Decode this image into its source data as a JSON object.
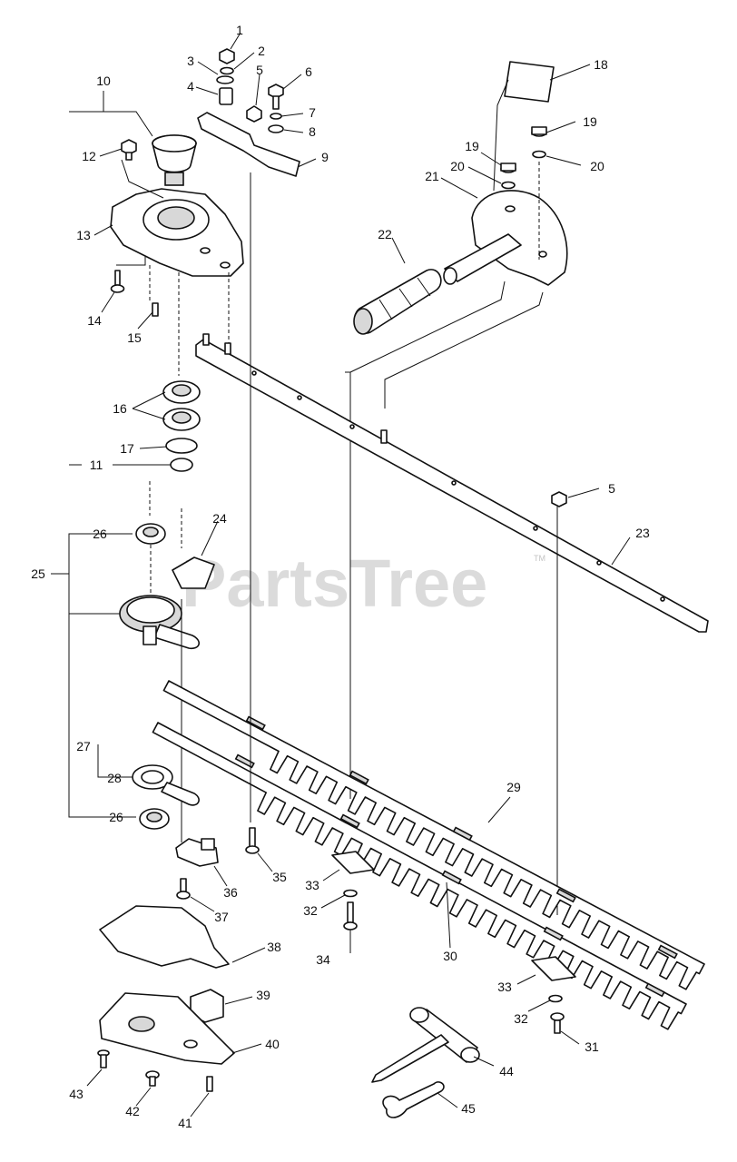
{
  "watermark": {
    "text": "PartsTree",
    "tm": "TM"
  },
  "callouts": [
    "1",
    "2",
    "3",
    "4",
    "5",
    "6",
    "7",
    "8",
    "9",
    "10",
    "11",
    "12",
    "13",
    "14",
    "15",
    "16",
    "17",
    "18",
    "19",
    "19",
    "20",
    "20",
    "21",
    "22",
    "23",
    "24",
    "25",
    "26",
    "26",
    "27",
    "28",
    "29",
    "30",
    "31",
    "32",
    "32",
    "33",
    "33",
    "34",
    "35",
    "36",
    "37",
    "38",
    "39",
    "40",
    "41",
    "42",
    "43",
    "44",
    "45",
    "5"
  ]
}
